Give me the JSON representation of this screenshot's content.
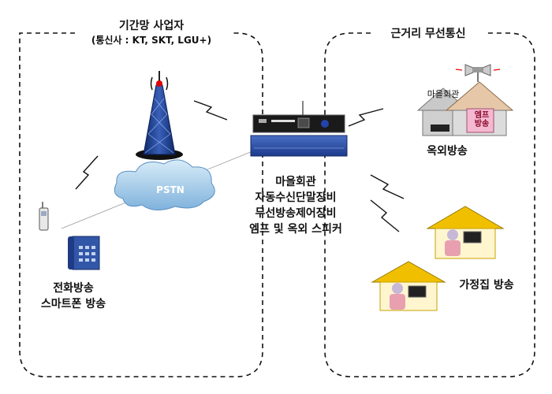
{
  "regions": {
    "carrier_title": "기간망 사업자",
    "carrier_names": "(통신사 : KT, SKT, LGU+)",
    "short_range_title": "근거리 무선통신"
  },
  "nodes": {
    "pstn": "PSTN",
    "village_hall_sign": "마을회관",
    "amp_sign": [
      "엠프",
      "방송"
    ],
    "outdoor_broadcast": "옥외방송",
    "home_broadcast": "가정집 방송",
    "center_lines": [
      "마을회관",
      "자동수신단말장비",
      "무선방송제어장비",
      "엠프 및 옥외 스피커"
    ],
    "phone_lines": [
      "전화방송",
      "스마트폰 방송"
    ]
  }
}
